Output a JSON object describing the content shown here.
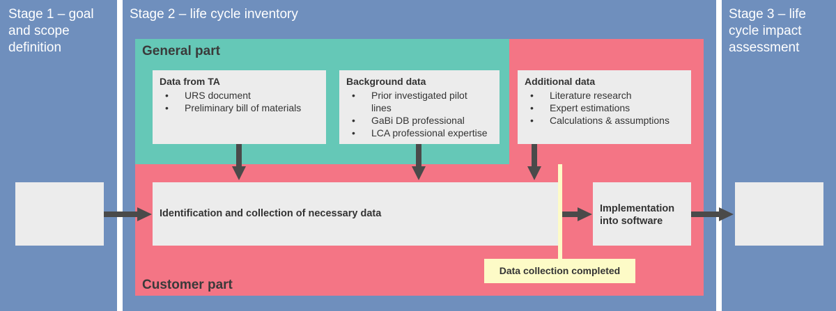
{
  "stages": {
    "stage1": "Stage 1 – goal and scope definition",
    "stage2": "Stage 2 – life cycle inventory",
    "stage3": "Stage 3 – life cycle impact assessment"
  },
  "parts": {
    "general": "General part",
    "customer": "Customer part"
  },
  "boxes": {
    "ta": {
      "title": "Data from TA",
      "items": [
        "URS document",
        "Preliminary bill of materials"
      ]
    },
    "background": {
      "title": "Background data",
      "items": [
        "Prior investigated pilot lines",
        "GaBi DB professional",
        "LCA professional expertise"
      ]
    },
    "additional": {
      "title": "Additional data",
      "items": [
        "Literature research",
        "Expert estimations",
        "Calculations & assumptions"
      ]
    }
  },
  "steps": {
    "identification": "Identification and collection of necessary data",
    "implementation": "Implementation into software"
  },
  "milestone": "Data collection completed",
  "colors": {
    "stage": "#6f8fbd",
    "general": "#65c8b7",
    "customer": "#f47585",
    "box": "#ececec",
    "milestone": "#fdfbc7",
    "arrow": "#4a4a4a"
  }
}
